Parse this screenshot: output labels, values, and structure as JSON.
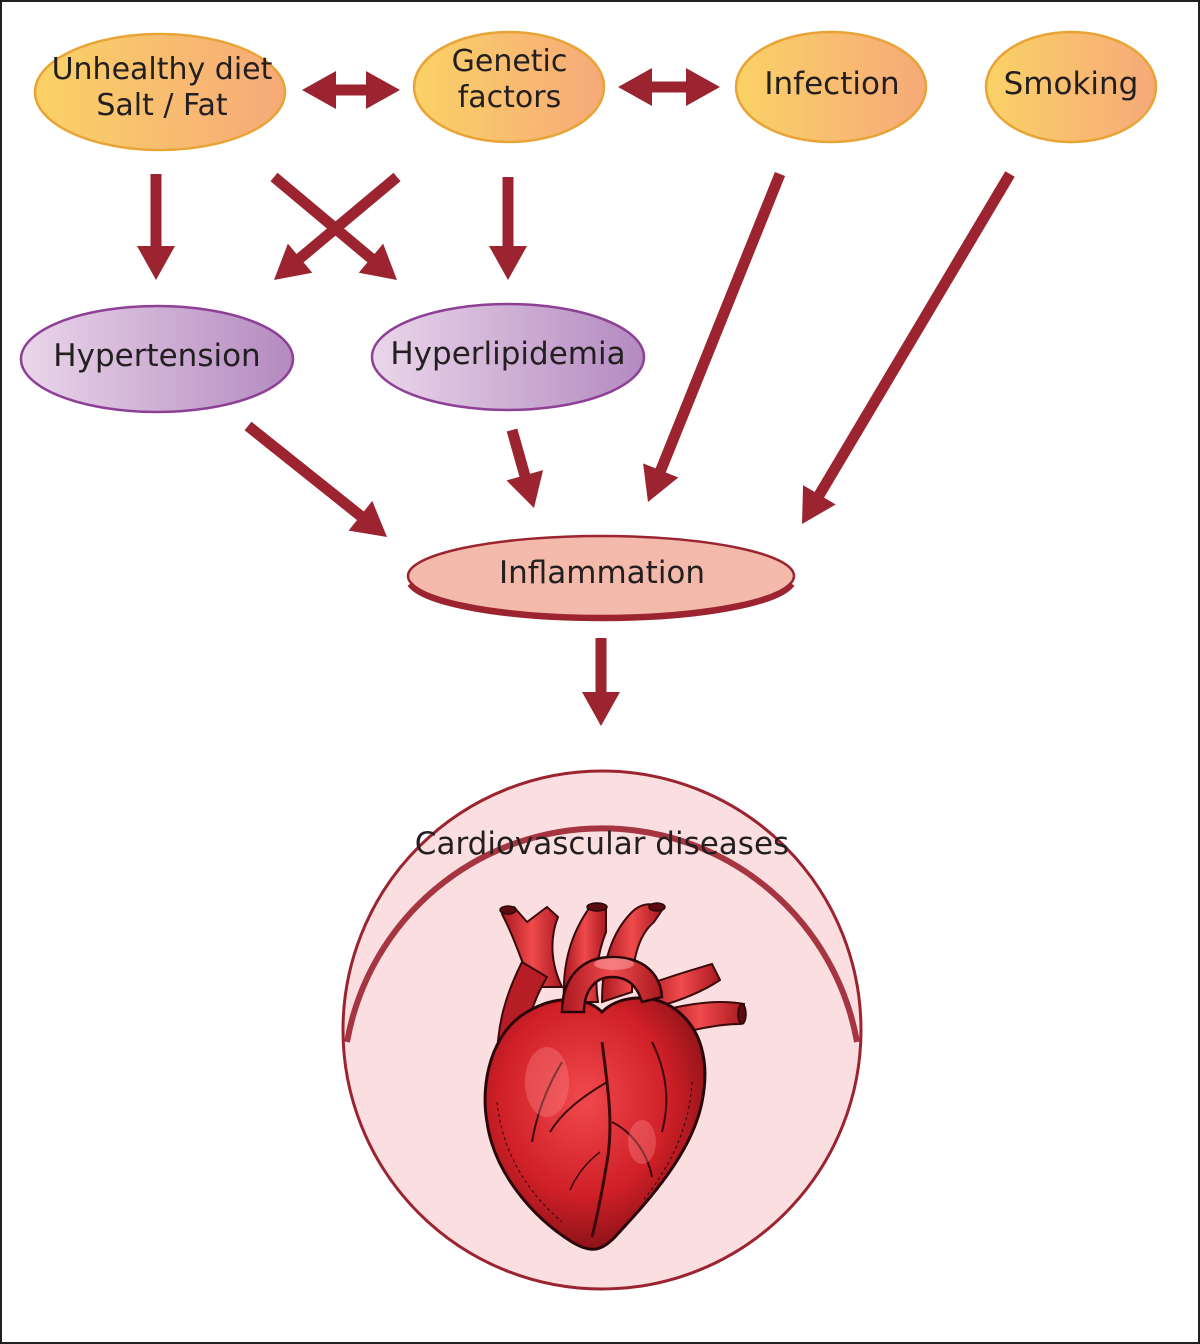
{
  "nodes": {
    "unhealthy_diet": {
      "line1": "Unhealthy diet",
      "line2": "Salt / Fat"
    },
    "genetic_factors": {
      "line1": "Genetic",
      "line2": "factors"
    },
    "infection": {
      "label": "Infection"
    },
    "smoking": {
      "label": "Smoking"
    },
    "hypertension": {
      "label": "Hypertension"
    },
    "hyperlipidemia": {
      "label": "Hyperlipidemia"
    },
    "inflammation": {
      "label": "Inflammation"
    },
    "cardiovascular": {
      "label": "Cardiovascular diseases"
    }
  },
  "edges": [
    {
      "from": "unhealthy_diet",
      "to": "genetic_factors",
      "bidirectional": true
    },
    {
      "from": "genetic_factors",
      "to": "infection",
      "bidirectional": true
    },
    {
      "from": "unhealthy_diet",
      "to": "hypertension"
    },
    {
      "from": "unhealthy_diet",
      "to": "hyperlipidemia"
    },
    {
      "from": "genetic_factors",
      "to": "hypertension"
    },
    {
      "from": "genetic_factors",
      "to": "hyperlipidemia"
    },
    {
      "from": "infection",
      "to": "inflammation"
    },
    {
      "from": "smoking",
      "to": "inflammation"
    },
    {
      "from": "hypertension",
      "to": "inflammation"
    },
    {
      "from": "hyperlipidemia",
      "to": "inflammation"
    },
    {
      "from": "inflammation",
      "to": "cardiovascular"
    }
  ],
  "colors": {
    "arrow": "#9b2430",
    "risk_fill_start": "#fad266",
    "risk_fill_end": "#f6a979",
    "risk_stroke": "#e8a436",
    "condition_fill_start": "#e8d3e7",
    "condition_fill_end": "#b58ac0",
    "condition_stroke": "#8e3f96",
    "inflammation_fill": "#f2b7a9",
    "inflammation_stroke": "#9b2430",
    "disease_fill": "#fbdfe0",
    "disease_stroke": "#9b2430",
    "heart_red": "#d8252c"
  },
  "icons": {
    "heart": "anatomical-heart-icon"
  }
}
